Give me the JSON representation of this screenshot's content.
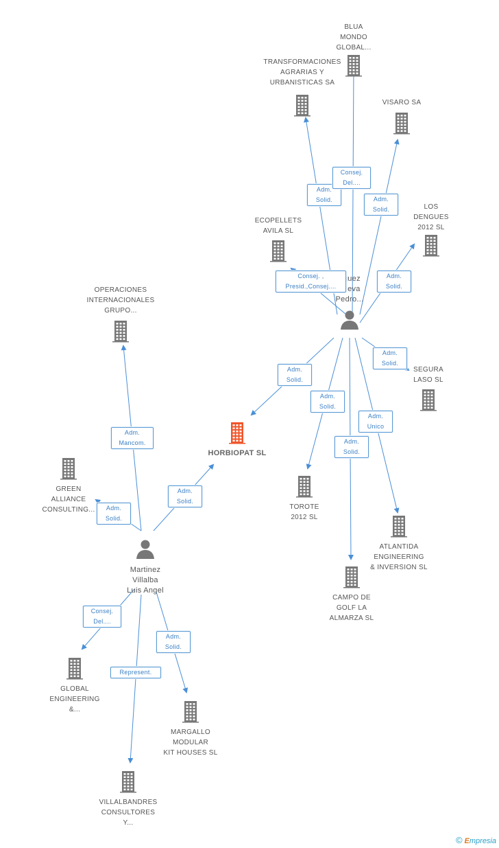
{
  "companies": {
    "horbiopat": "HORBIOPAT SL",
    "blua": "BLUA\nMONDO\nGLOBAL...",
    "transformaciones": "TRANSFORMACIONES\nAGRARIAS Y\nURBANISTICAS SA",
    "visaro": "VISARO SA",
    "ecopellets": "ECOPELLETS\nAVILA  SL",
    "losdengues": "LOS\nDENGUES\n2012 SL",
    "operaciones": "OPERACIONES\nINTERNACIONALES\nGRUPO...",
    "segura": "SEGURA\nLASO SL",
    "green": "GREEN\nALLIANCE\nCONSULTING...",
    "torote": "TOROTE\n2012 SL",
    "atlantida": "ATLANTIDA\nENGINEERING\n& INVERSION SL",
    "campo": "CAMPO DE\nGOLF LA\nALMARZA SL",
    "global": "GLOBAL\nENGINEERING\n&...",
    "margallo": "MARGALLO\nMODULAR\nKIT HOUSES SL",
    "villalbandres": "VILLALBANDRES\nCONSULTORES\nY..."
  },
  "persons": {
    "rodriguez": "riguez\nnueva\nPedro...",
    "martinez": "Martinez\nVillalba\nLuis Angel"
  },
  "relations": {
    "r_transformaciones": "Adm.\nSolid.",
    "r_blua": "Consej.\nDel....",
    "r_visaro": "Adm.\nSolid.",
    "r_ecopellets": "Consej. ,\nPresid.,Consej....",
    "r_losdengues": "Adm.\nSolid.",
    "r_segura": "Adm.\nSolid.",
    "r_horbiopat_top": "Adm.\nSolid.",
    "r_torote": "Adm.\nSolid.",
    "r_atlantida": "Adm.\nUnico",
    "r_campo": "Adm.\nSolid.",
    "r_operaciones": "Adm.\nMancom.",
    "r_horbiopat_bottom": "Adm.\nSolid.",
    "r_green": "Adm.\nSolid.",
    "r_global": "Consej.\nDel....",
    "r_margallo": "Adm.\nSolid.",
    "r_villalbandres": "Represent."
  },
  "footer": {
    "copyright": "©",
    "brand_first": "E",
    "brand_rest": "mpresia"
  },
  "colors": {
    "edge": "#4a8fd6",
    "building": "#777777",
    "center_building": "#f0552a",
    "person": "#777777"
  }
}
